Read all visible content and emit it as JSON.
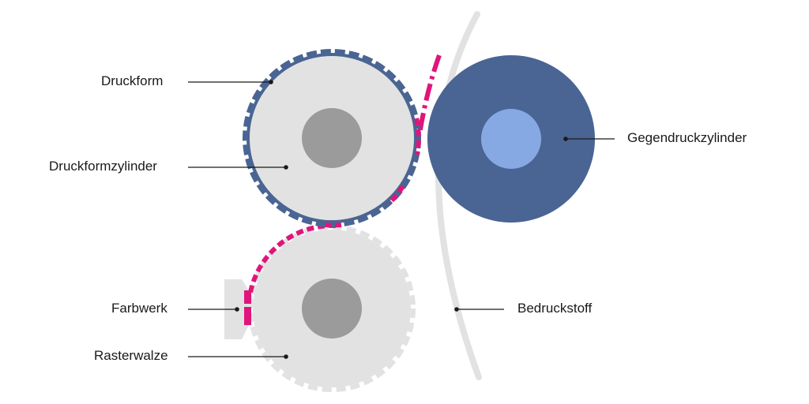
{
  "labels": {
    "druckform": "Druckform",
    "druckformzylinder": "Druckformzylinder",
    "farbwerk": "Farbwerk",
    "rasterwalze": "Rasterwalze",
    "gegendruckzylinder": "Gegendruckzylinder",
    "bedruckstoff": "Bedruckstoff"
  },
  "colors": {
    "plate_blue": "#4a6593",
    "impression_blue": "#4a6593",
    "impression_core": "#86a9e3",
    "cylinder_grey": "#e2e2e2",
    "core_grey": "#9b9b9b",
    "ink_magenta": "#e0157b",
    "substrate_grey": "#e2e2e2",
    "line_dark": "#1a1a1a"
  }
}
